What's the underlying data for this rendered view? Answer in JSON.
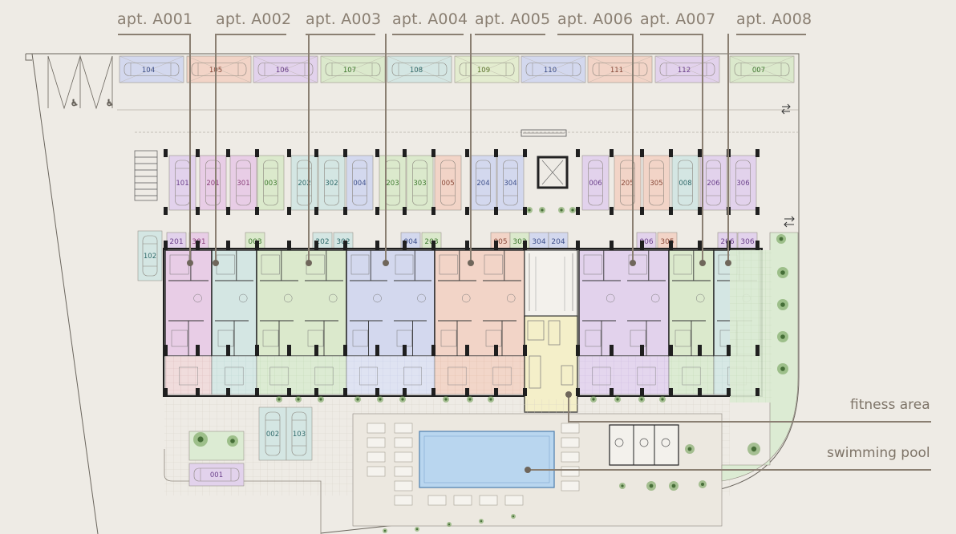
{
  "apartments": [
    {
      "label": "apt. A001",
      "color": "#e8cde6"
    },
    {
      "label": "apt. A002",
      "color": "#d4e6e3"
    },
    {
      "label": "apt. A003",
      "color": "#dbe9cc"
    },
    {
      "label": "apt. A004",
      "color": "#d3d8ee"
    },
    {
      "label": "apt. A005",
      "color": "#f2d4c7"
    },
    {
      "label": "apt. A006",
      "color": "#e2d2ec"
    },
    {
      "label": "apt. A007",
      "color": "#dbe9cc"
    },
    {
      "label": "apt. A008",
      "color": "#d4e6e3"
    }
  ],
  "areas": {
    "fitness": "fitness area",
    "pool": "swimming pool"
  },
  "parking_top": [
    {
      "label": "104",
      "color": "#d3d8ee",
      "text": "#3d4f8a"
    },
    {
      "label": "105",
      "color": "#f2d4c7",
      "text": "#8a4a3a"
    },
    {
      "label": "106",
      "color": "#e2d2ec",
      "text": "#6a3f8a"
    },
    {
      "label": "107",
      "color": "#dbe9cc",
      "text": "#3f7a2f"
    },
    {
      "label": "108",
      "color": "#d4e6e3",
      "text": "#2f6a6a"
    },
    {
      "label": "109",
      "color": "#e3eccf",
      "text": "#5f7a2f"
    },
    {
      "label": "110",
      "color": "#d3d8ee",
      "text": "#3d4f8a"
    },
    {
      "label": "111",
      "color": "#f2d4c7",
      "text": "#8a4a3a"
    },
    {
      "label": "112",
      "color": "#e2d2ec",
      "text": "#6a3f8a"
    },
    {
      "label": "007",
      "color": "#dbe9cc",
      "text": "#3f7a2f"
    }
  ],
  "parking_mid": [
    {
      "label": "101",
      "color": "#e2d2ec",
      "text": "#6a3f8a"
    },
    {
      "label": "201",
      "color": "#e8cde6",
      "text": "#8a3f7a"
    },
    {
      "label": "301",
      "color": "#e8cde6",
      "text": "#8a3f7a"
    },
    {
      "label": "003",
      "color": "#dbe9cc",
      "text": "#3f7a2f"
    },
    {
      "label": "202",
      "color": "#d4e6e3",
      "text": "#2f6a6a"
    },
    {
      "label": "302",
      "color": "#d4e6e3",
      "text": "#2f6a6a"
    },
    {
      "label": "004",
      "color": "#d3d8ee",
      "text": "#3d4f8a"
    },
    {
      "label": "203",
      "color": "#dbe9cc",
      "text": "#3f7a2f"
    },
    {
      "label": "303",
      "color": "#dbe9cc",
      "text": "#3f7a2f"
    },
    {
      "label": "005",
      "color": "#f2d4c7",
      "text": "#8a4a3a"
    },
    {
      "label": "204",
      "color": "#d3d8ee",
      "text": "#3d4f8a"
    },
    {
      "label": "304",
      "color": "#d3d8ee",
      "text": "#3d4f8a"
    },
    {
      "label": "006",
      "color": "#e2d2ec",
      "text": "#6a3f8a"
    },
    {
      "label": "205",
      "color": "#f2d4c7",
      "text": "#8a4a3a"
    },
    {
      "label": "305",
      "color": "#f2d4c7",
      "text": "#8a4a3a"
    },
    {
      "label": "008",
      "color": "#d4e6e3",
      "text": "#2f6a6a"
    },
    {
      "label": "206",
      "color": "#e2d2ec",
      "text": "#6a3f8a"
    },
    {
      "label": "306",
      "color": "#e2d2ec",
      "text": "#6a3f8a"
    }
  ],
  "storage": [
    {
      "label": "201",
      "color": "#e2d2ec",
      "text": "#6a3f8a"
    },
    {
      "label": "301",
      "color": "#e8cde6",
      "text": "#8a3f7a"
    },
    {
      "label": "003",
      "color": "#dbe9cc",
      "text": "#3f7a2f"
    },
    {
      "label": "202",
      "color": "#d4e6e3",
      "text": "#2f6a6a"
    },
    {
      "label": "302",
      "color": "#d4e6e3",
      "text": "#2f6a6a"
    },
    {
      "label": "004",
      "color": "#d3d8ee",
      "text": "#3d4f8a"
    },
    {
      "label": "203",
      "color": "#dbe9cc",
      "text": "#3f7a2f"
    },
    {
      "label": "005",
      "color": "#f2d4c7",
      "text": "#8a4a3a"
    },
    {
      "label": "303",
      "color": "#dbe9cc",
      "text": "#3f7a2f"
    },
    {
      "label": "304",
      "color": "#d3d8ee",
      "text": "#3d4f8a"
    },
    {
      "label": "204",
      "color": "#d3d8ee",
      "text": "#3d4f8a"
    },
    {
      "label": "006",
      "color": "#e2d2ec",
      "text": "#6a3f8a"
    },
    {
      "label": "305",
      "color": "#f2d4c7",
      "text": "#8a4a3a"
    },
    {
      "label": "206",
      "color": "#e2d2ec",
      "text": "#6a3f8a"
    },
    {
      "label": "306",
      "color": "#e2d2ec",
      "text": "#6a3f8a"
    }
  ],
  "parking_side": [
    {
      "label": "102",
      "color": "#d4e6e3",
      "text": "#2f6a6a"
    },
    {
      "label": "002",
      "color": "#d4e6e3",
      "text": "#2f6a6a"
    },
    {
      "label": "103",
      "color": "#d4e6e3",
      "text": "#2f6a6a"
    },
    {
      "label": "001",
      "color": "#e2d2ec",
      "text": "#6a3f8a"
    }
  ],
  "colors": {
    "background": "#eeebe5",
    "leader_line": "#8a7f72",
    "wall": "#1f1f1f",
    "fitness": "#f4efc9",
    "pool": "#b9d6ef",
    "garden": "#dcebd3"
  }
}
